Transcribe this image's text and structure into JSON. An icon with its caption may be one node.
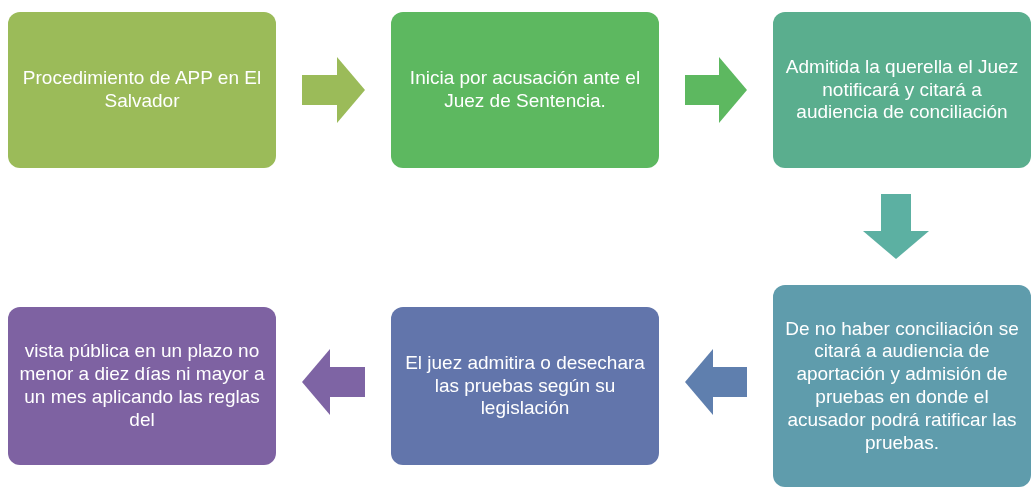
{
  "diagram": {
    "nodes": [
      {
        "text": [
          "Procedimiento de APP en El Salvador"
        ]
      },
      {
        "text": [
          "Inicia por acusación ante el Juez de Sentencia."
        ]
      },
      {
        "text": [
          "Admitida la querella el Juez notificará y citará a audiencia de conciliación"
        ]
      },
      {
        "text": [
          "De no haber conciliación se citará a audiencia de aportación y admisión de pruebas en donde el acusador podrá ratificar las pruebas."
        ]
      },
      {
        "text": [
          "El juez admitira o desechara las pruebas según su legislación"
        ]
      },
      {
        "text": [
          "vista pública en un plazo no menor a diez días ni mayor a un mes aplicando las reglas del"
        ]
      }
    ],
    "edges": [
      {
        "from": 0,
        "to": 1,
        "arrow": "to",
        "color": "#9bbb59"
      },
      {
        "from": 1,
        "to": 2,
        "arrow": "to",
        "color": "#5db860"
      },
      {
        "from": 2,
        "to": 3,
        "arrow": "to",
        "color": "#5cb0a2"
      },
      {
        "from": 3,
        "to": 4,
        "arrow": "to",
        "color": "#5f7fae"
      },
      {
        "from": 4,
        "to": 5,
        "arrow": "to",
        "color": "#7e64a4"
      }
    ]
  }
}
